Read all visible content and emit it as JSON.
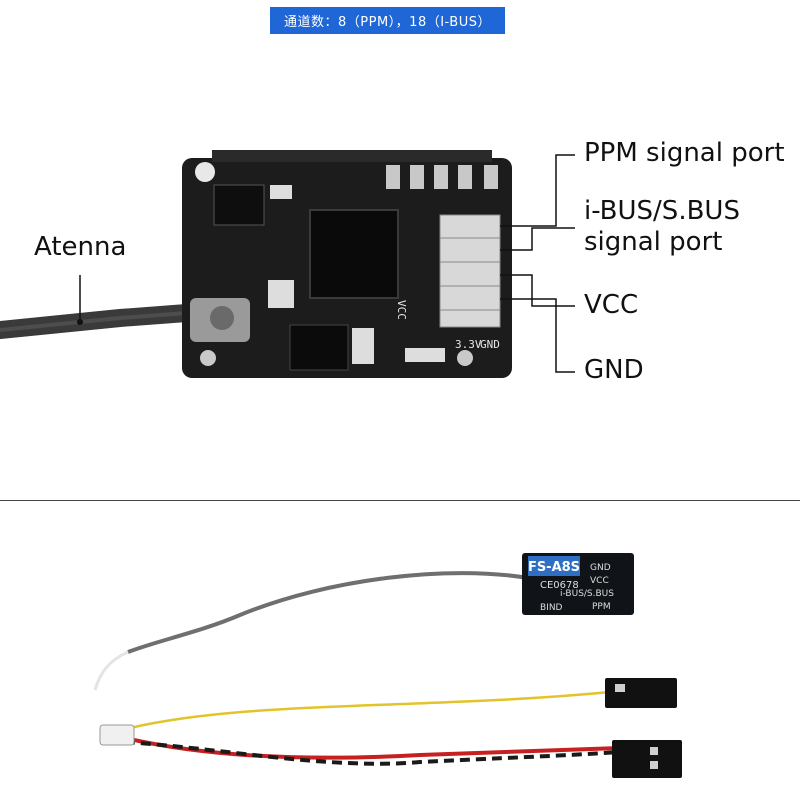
{
  "banner": {
    "text": "通道数：8（PPM），18（I-BUS）"
  },
  "top_diagram": {
    "antenna_label": "Atenna",
    "port_labels": {
      "ppm": "PPM signal port",
      "ibus_line1": "i-BUS/S.BUS",
      "ibus_line2": "signal port",
      "vcc": "VCC",
      "gnd": "GND"
    },
    "board_silkscreen": {
      "gnd": "GND",
      "v33": "3.3V",
      "vcc": "VCC"
    }
  },
  "bottom_photo": {
    "module_model": "FS-A8S",
    "module_cert": "CE0678",
    "module_pins": [
      "GND",
      "VCC",
      "i-BUS/S.BUS",
      "PPM"
    ],
    "module_bind": "BIND"
  },
  "colors": {
    "banner": "#1f66d6",
    "pcb": "#1c1c1c",
    "module": "#101418",
    "label": "#1f5fa8"
  }
}
